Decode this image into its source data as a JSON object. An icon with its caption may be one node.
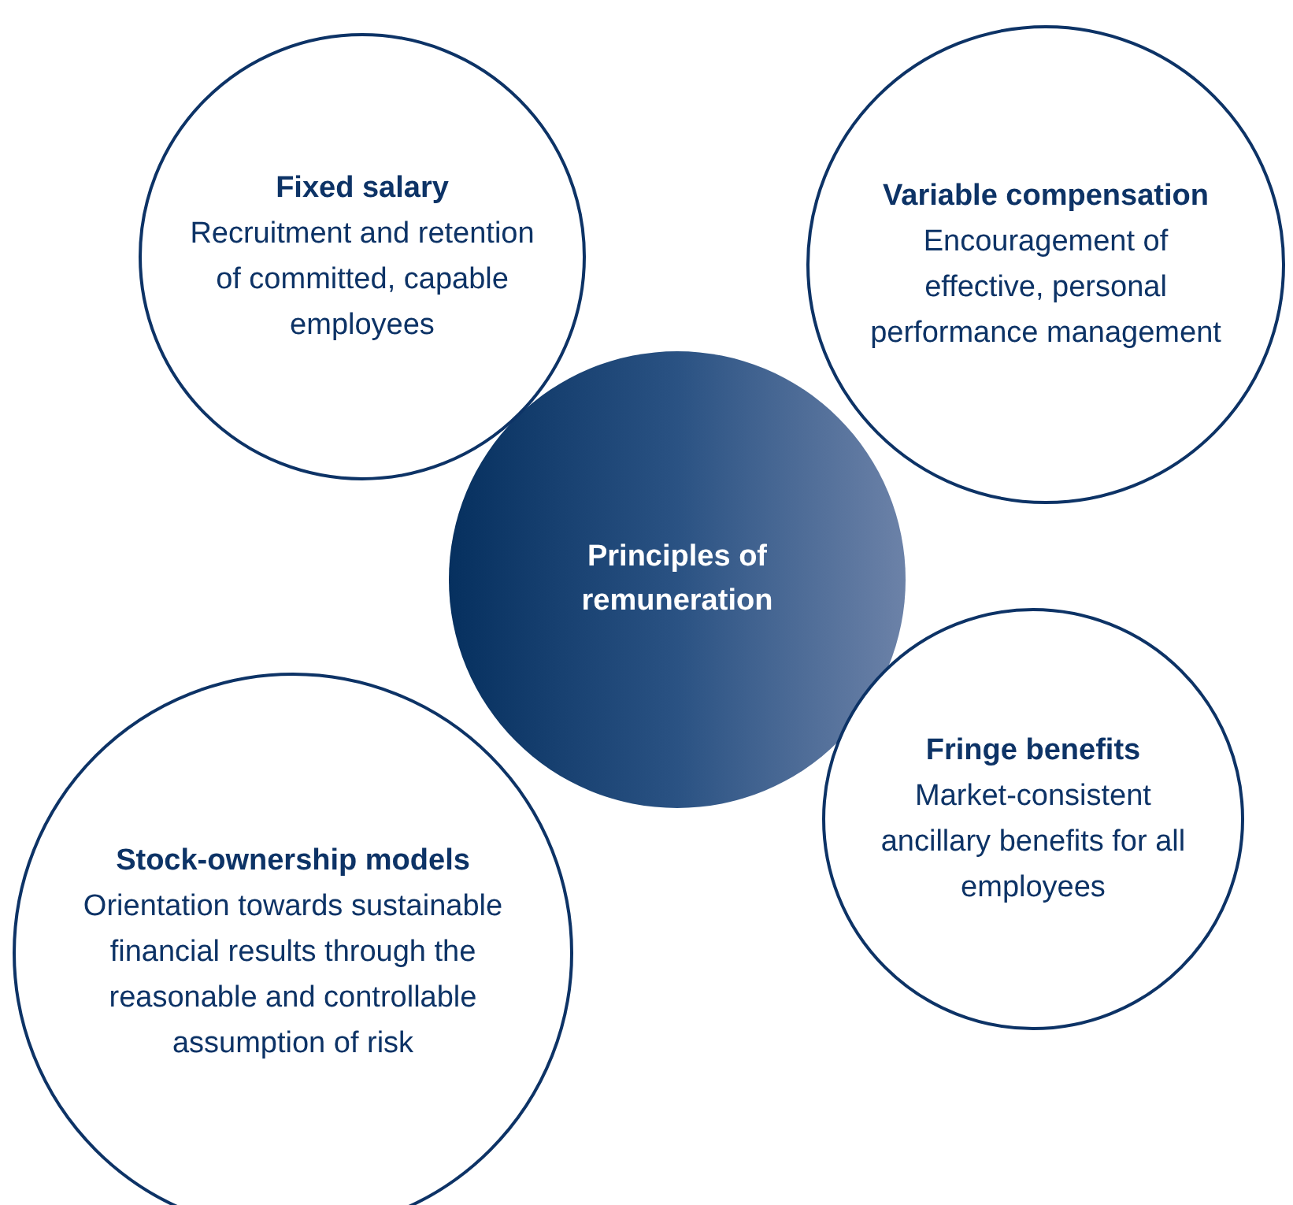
{
  "diagram": {
    "nodes": [
      {
        "text": [
          "Fixed salary",
          "Recruitment and retention of committed, capable employees"
        ]
      },
      {
        "text": [
          "Variable compensation",
          "Encouragement of effective, personal performance management"
        ]
      },
      {
        "text": [
          "Principles of remuneration"
        ]
      },
      {
        "text": [
          "Fringe benefits",
          "Market-consistent ancillary benefits for all employees"
        ]
      },
      {
        "text": [
          "Stock-ownership models",
          "Orientation towards sustainable financial results through the reasonable and controllable assumption of risk"
        ]
      }
    ]
  }
}
